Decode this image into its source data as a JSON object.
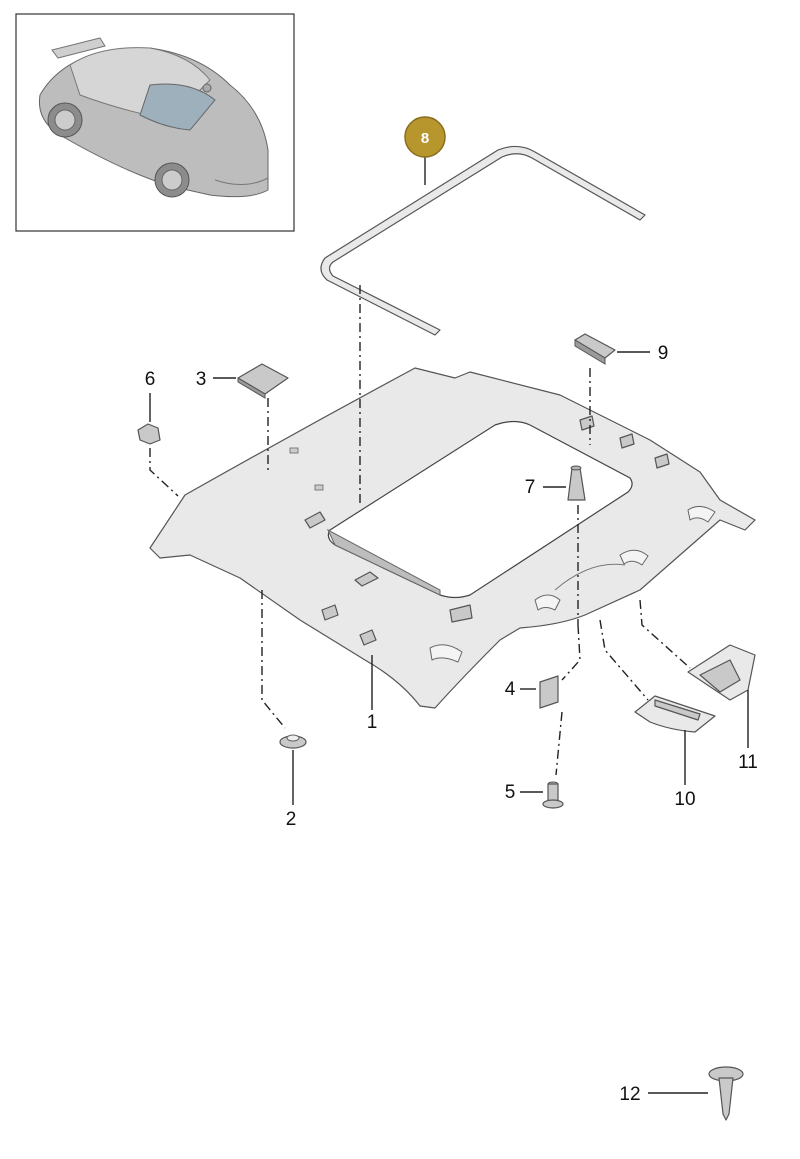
{
  "diagram": {
    "highlight_color": "#b8962e",
    "callouts": [
      {
        "id": "1",
        "label": "1"
      },
      {
        "id": "2",
        "label": "2"
      },
      {
        "id": "3",
        "label": "3"
      },
      {
        "id": "4",
        "label": "4"
      },
      {
        "id": "5",
        "label": "5"
      },
      {
        "id": "6",
        "label": "6"
      },
      {
        "id": "7",
        "label": "7"
      },
      {
        "id": "8",
        "label": "8",
        "highlighted": true
      },
      {
        "id": "9",
        "label": "9"
      },
      {
        "id": "10",
        "label": "10"
      },
      {
        "id": "11",
        "label": "11"
      },
      {
        "id": "12",
        "label": "12"
      }
    ]
  }
}
